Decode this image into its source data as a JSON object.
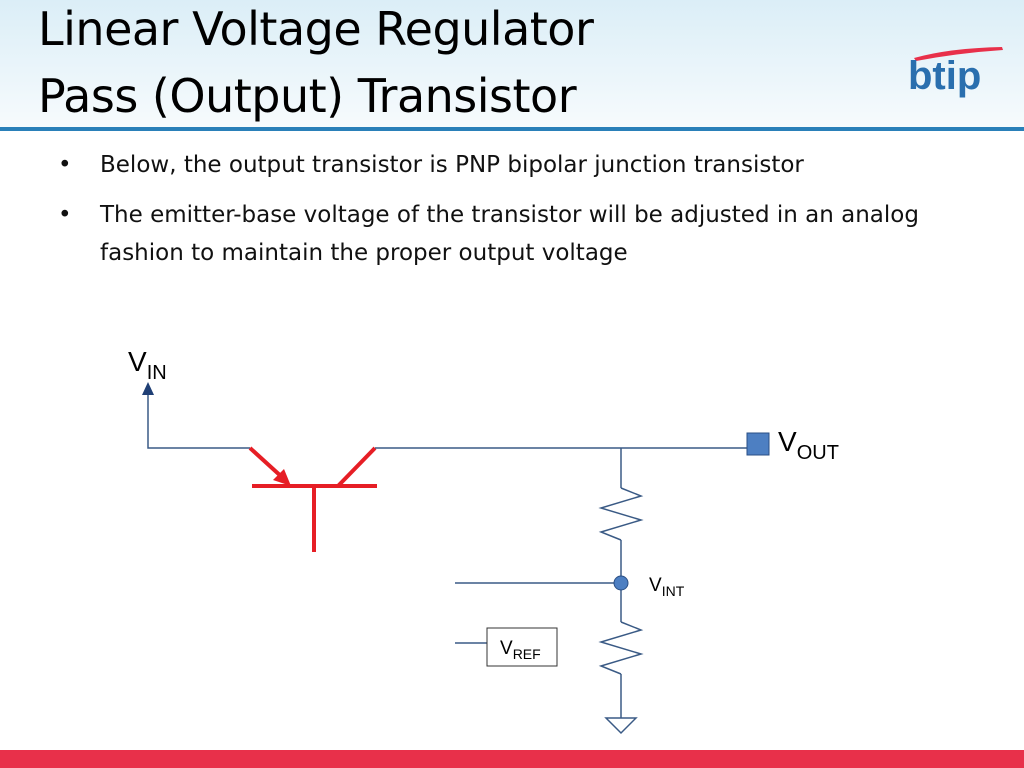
{
  "slide": {
    "title_line_1": "Linear Voltage Regulator",
    "title_line_2": "Pass (Output) Transistor",
    "logo_text": "btip",
    "bullets": [
      {
        "marker": "•",
        "text": "Below, the output transistor is PNP bipolar junction transistor"
      },
      {
        "marker": "•",
        "text": "The emitter-base voltage of the transistor will be adjusted in an analog fashion to maintain the proper output voltage"
      }
    ]
  },
  "diagram": {
    "labels": {
      "vin_main": "V",
      "vin_sub": "IN",
      "vout_main": "V",
      "vout_sub": "OUT",
      "vint_main": "V",
      "vint_sub": "INT",
      "vref_main": "V",
      "vref_sub": "REF"
    }
  },
  "colors": {
    "header_rule": "#2a80b9",
    "logo_blue": "#2a6fae",
    "accent_red": "#e8304a",
    "transistor_red": "#e61e25",
    "wire": "#3a5a85",
    "node_fill": "#4d7fc2"
  }
}
